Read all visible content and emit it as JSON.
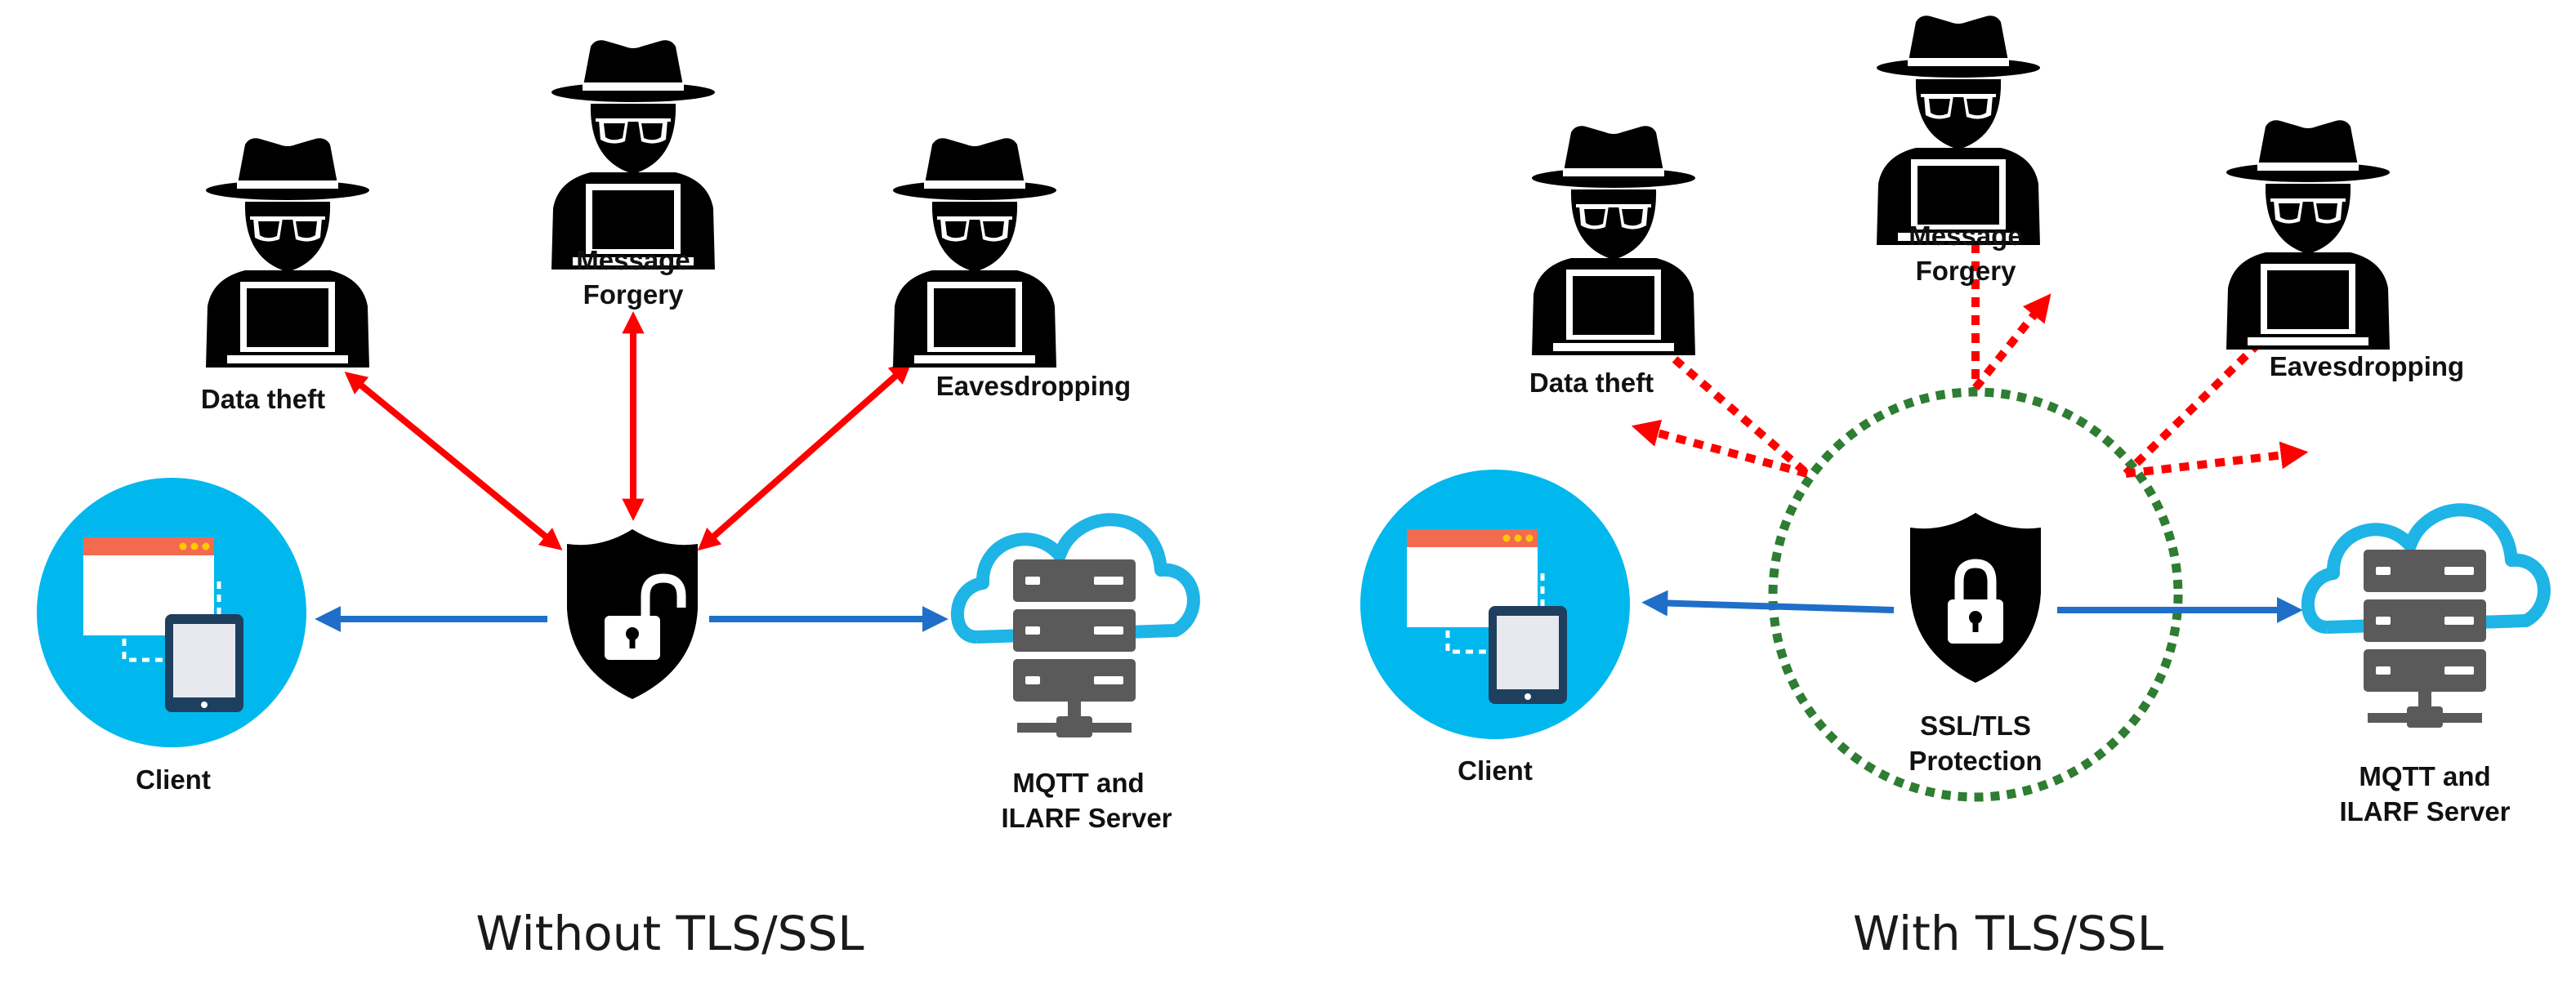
{
  "colors": {
    "attack_arrow": "#ff0000",
    "data_arrow": "#1f6fc9",
    "protection_ring": "#2e7d32",
    "client_circle": "#00b8ee",
    "cloud_stroke": "#1fb4e6",
    "server_fill": "#555555",
    "silhouette": "#000000"
  },
  "icons": {
    "attacker": "hacker-with-laptop-icon",
    "client": "browser-window-and-tablet-icon",
    "server": "cloud-server-rack-icon",
    "open_lock": "shield-unlocked-padlock-icon",
    "closed_lock": "shield-locked-padlock-icon"
  },
  "left_panel": {
    "caption": "Without TLS/SSL",
    "attackers": {
      "data_theft": "Data theft",
      "message_forgery_line1": "Message",
      "message_forgery_line2": "Forgery",
      "eavesdropping": "Eavesdropping"
    },
    "client_label": "Client",
    "server_label_line1": "MQTT and",
    "server_label_line2": "ILARF Server"
  },
  "right_panel": {
    "caption": "With TLS/SSL",
    "attackers": {
      "data_theft": "Data theft",
      "message_forgery_line1": "Message",
      "message_forgery_line2": "Forgery",
      "eavesdropping": "Eavesdropping"
    },
    "protection_line1": "SSL/TLS",
    "protection_line2": "Protection",
    "client_label": "Client",
    "server_label_line1": "MQTT and",
    "server_label_line2": "ILARF Server"
  }
}
